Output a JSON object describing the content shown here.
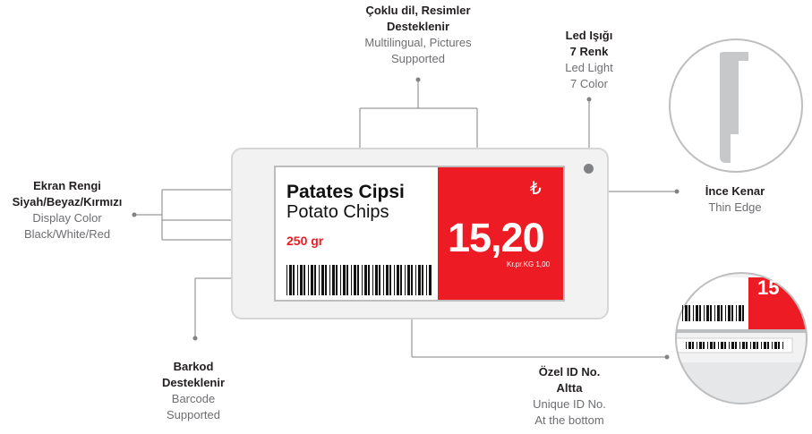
{
  "colors": {
    "red": "#ed1c24",
    "dark_text": "#231f20",
    "grey_text": "#6d6e71",
    "line": "#808285"
  },
  "label": {
    "product_tr": "Patates Cipsi",
    "product_en": "Potato Chips",
    "weight": "250 gr",
    "currency": "₺",
    "price": "15,20",
    "unit_price": "Kr.pr.KG 1,00",
    "barcode_icon": "barcode-icon"
  },
  "callouts": {
    "multilingual": {
      "tr1": "Çoklu dil, Resimler",
      "tr2": "Desteklenir",
      "en1": "Multilingual, Pictures",
      "en2": "Supported"
    },
    "led": {
      "tr1": "Led Işığı",
      "tr2": "7 Renk",
      "en1": "Led Light",
      "en2": "7 Color"
    },
    "display": {
      "tr1": "Ekran Rengi",
      "tr2": "Siyah/Beyaz/Kırmızı",
      "en1": "Display Color",
      "en2": "Black/White/Red"
    },
    "edge": {
      "tr1": "İnce Kenar",
      "en1": "Thin Edge"
    },
    "barcode": {
      "tr1": "Barkod",
      "tr2": "Desteklenir",
      "en1": "Barcode",
      "en2": "Supported"
    },
    "unique_id": {
      "tr1": "Özel ID No.",
      "tr2": "Altta",
      "en1": "Unique ID No.",
      "en2": "At the bottom"
    }
  },
  "zoom_label": {
    "price_fragment": "15"
  }
}
